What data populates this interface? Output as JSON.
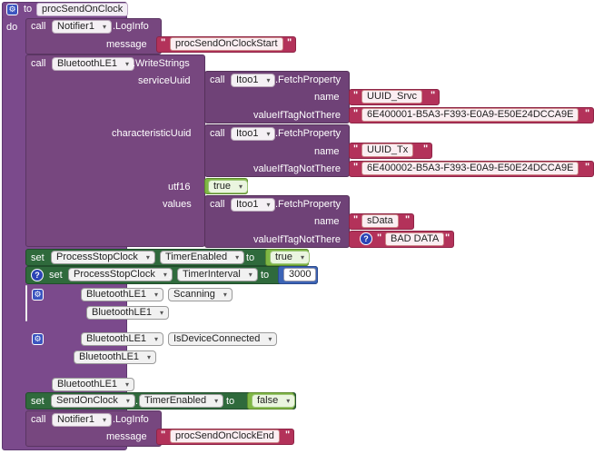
{
  "proc": {
    "to": "to",
    "name": "procSendOnClock",
    "do": "do"
  },
  "log1": {
    "call": "call",
    "component": "Notifier1",
    "method": ".LogInfo",
    "arg": "message",
    "value": "procSendOnClockStart"
  },
  "write": {
    "call": "call",
    "component": "BluetoothLE1",
    "method": ".WriteStrings",
    "service_label": "serviceUuid",
    "char_label": "characteristicUuid",
    "utf16_label": "utf16",
    "utf16_value": "true",
    "values_label": "values"
  },
  "fetch": [
    {
      "call": "call",
      "component": "Itoo1",
      "method": ".FetchProperty",
      "name_label": "name",
      "name_value": "UUID_Srvc",
      "tag_label": "valueIfTagNotThere",
      "tag_value": "6E400001-B5A3-F393-E0A9-E50E24DCCA9E"
    },
    {
      "call": "call",
      "component": "Itoo1",
      "method": ".FetchProperty",
      "name_label": "name",
      "name_value": "UUID_Tx",
      "tag_label": "valueIfTagNotThere",
      "tag_value": "6E400002-B5A3-F393-E0A9-E50E24DCCA9E"
    },
    {
      "call": "call",
      "component": "Itoo1",
      "method": ".FetchProperty",
      "name_label": "name",
      "name_value": "sData",
      "tag_label": "valueIfTagNotThere",
      "tag_value": "BAD DATA"
    }
  ],
  "set1": {
    "set": "set",
    "component": "ProcessStopClock",
    "dot": ".",
    "property": "TimerEnabled",
    "to": "to",
    "value": "true"
  },
  "set2": {
    "set": "set",
    "component": "ProcessStopClock",
    "dot": ".",
    "property": "TimerInterval",
    "to": "to",
    "value": "3000"
  },
  "disabled": [
    {
      "component": "BluetoothLE1",
      "property": "Scanning",
      "extra": "BluetoothLE1"
    },
    {
      "component": "BluetoothLE1",
      "property": "IsDeviceConnected",
      "extra": "BluetoothLE1"
    }
  ],
  "loose": {
    "component": "BluetoothLE1"
  },
  "set3": {
    "set": "set",
    "component": "SendOnClock",
    "dot": ".",
    "property": "TimerEnabled",
    "to": "to",
    "value": "false"
  },
  "log2": {
    "call": "call",
    "component": "Notifier1",
    "method": ".LogInfo",
    "arg": "message",
    "value": "procSendOnClockEnd"
  },
  "icons": {
    "caret": "▾",
    "gear": "⚙",
    "question": "?"
  },
  "colors": {
    "procedure": "#7b4a8c",
    "text_string": "#b3325a",
    "logic": "#7fb744",
    "setter": "#2f6a3c",
    "number": "#3c64b6"
  }
}
